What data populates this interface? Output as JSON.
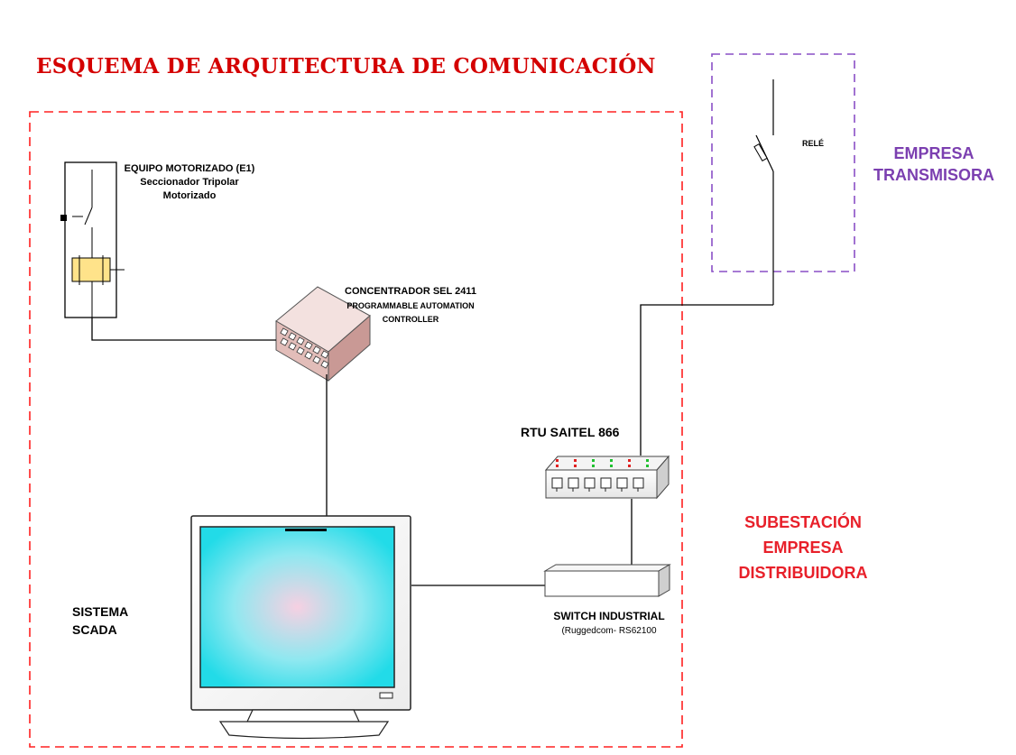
{
  "title": "ESQUEMA DE ARQUITECTURA DE COMUNICACIÓN",
  "equipo_motorizado": {
    "line1": "EQUIPO MOTORIZADO (E1)",
    "line2": "Seccionador Tripolar",
    "line3": "Motorizado"
  },
  "concentrador": {
    "line1": "CONCENTRADOR SEL 2411",
    "line2": "PROGRAMMABLE AUTOMATION",
    "line3": "CONTROLLER"
  },
  "rtu": {
    "label": "RTU SAITEL 866"
  },
  "rele": {
    "label": "RELÉ"
  },
  "empresa_transmisora": {
    "line1": "EMPRESA",
    "line2": "TRANSMISORA"
  },
  "subestacion": {
    "line1": "SUBESTACIÓN",
    "line2": "EMPRESA",
    "line3": "DISTRIBUIDORA"
  },
  "sistema_scada": {
    "line1": "SISTEMA",
    "line2": "SCADA"
  },
  "switch": {
    "line1": "SWITCH INDUSTRIAL",
    "line2": "(Ruggedcom- RS62100"
  },
  "colors": {
    "title_red": "#d40000",
    "region_red": "#e8202a",
    "region_purple": "#7b3fb0",
    "screen_cyan": "#2ee6f2",
    "concentrador_fill": "#e7c9c6",
    "relay_coil_fill": "#ffe38a"
  }
}
